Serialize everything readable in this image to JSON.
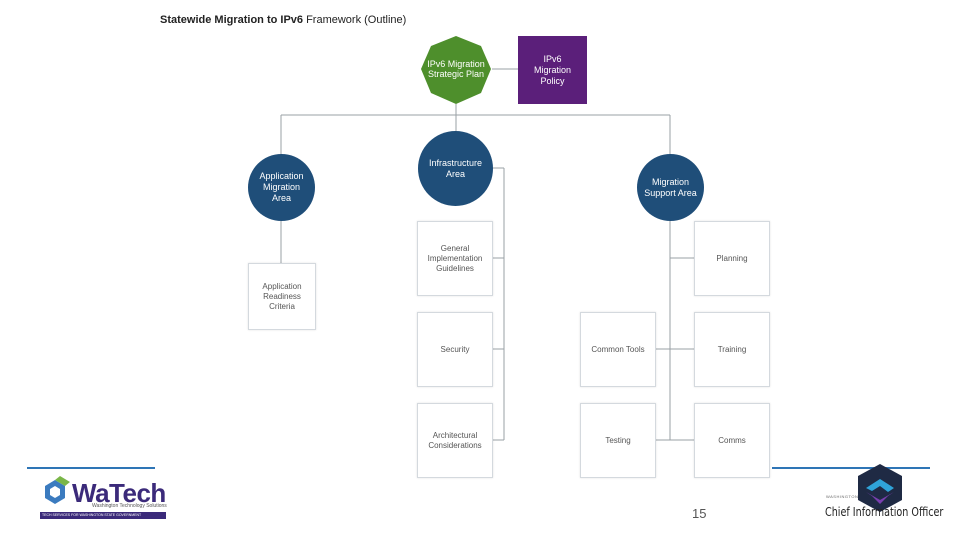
{
  "title": {
    "bold": "Statewide Migration to IPv6",
    "rest": " Framework (Outline)"
  },
  "top": {
    "strategic_plan": "IPv6 Migration Strategic Plan",
    "policy": "IPv6 Migration Policy"
  },
  "areas": {
    "application": "Application Migration Area",
    "infrastructure": "Infrastructure Area",
    "support": "Migration Support Area"
  },
  "boxes": {
    "app_readiness": "Application Readiness Criteria",
    "general_guidelines": "General Implementation Guidelines",
    "security": "Security",
    "architectural": "Architectural Considerations",
    "planning": "Planning",
    "common_tools": "Common Tools",
    "training": "Training",
    "testing": "Testing",
    "comms": "Comms"
  },
  "footer": {
    "page_number": "15",
    "watech_name": "WaTech",
    "watech_subtitle": "Washington Technology Solutions",
    "watech_tagline": "TECH SERVICES FOR WASHINGTON STATE GOVERNMENT",
    "cio_small": "WASHINGTON",
    "cio_label": "Chief Information Officer"
  },
  "colors": {
    "area_circle": "#1f4e79",
    "strategic_plan": "#4e8f2c",
    "policy": "#5b1f7a",
    "footer_rule": "#2e75b6"
  }
}
